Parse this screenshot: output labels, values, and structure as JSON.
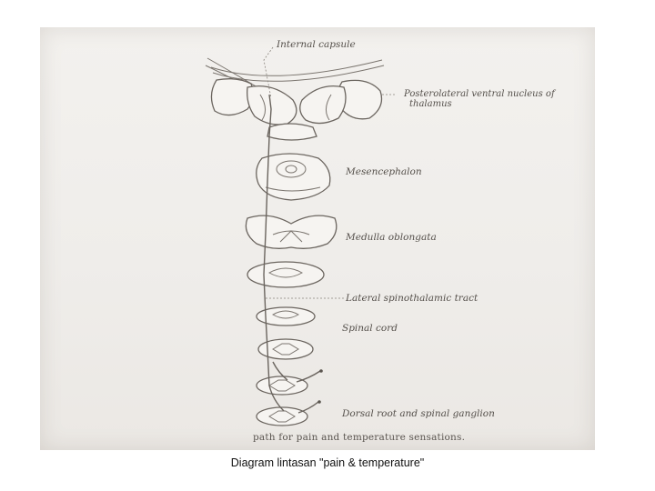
{
  "labels": {
    "internal_capsule": "Internal capsule",
    "thalamus_line1": "Posterolateral ventral nucleus of",
    "thalamus_line2": "thalamus",
    "mesencephalon": "Mesencephalon",
    "medulla": "Medulla oblongata",
    "lateral_tract": "Lateral spinothalamic tract",
    "spinal_cord": "Spinal cord",
    "dorsal_root": "Dorsal root and spinal ganglion",
    "figure_footer": "path for pain and temperature sensations."
  },
  "caption": "Diagram lintasan \"pain & temperature\"",
  "colors": {
    "ink": "#6b655f",
    "paper": "#efedea"
  }
}
